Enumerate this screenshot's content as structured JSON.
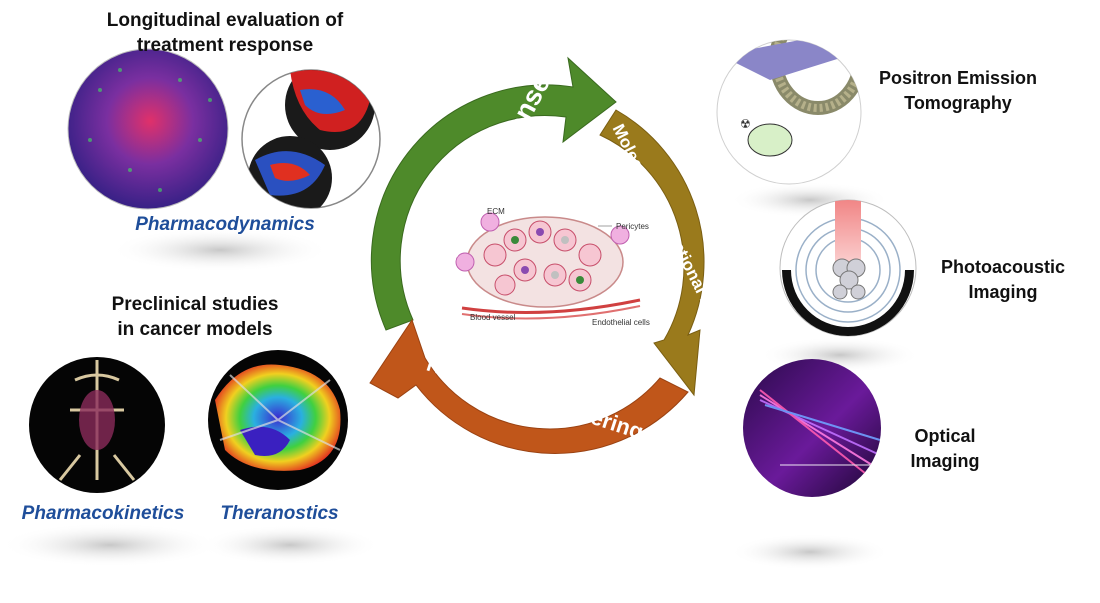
{
  "sections": {
    "longitudinal": {
      "line1": "Longitudinal evaluation of",
      "line2": "treatment response",
      "caption": "Pharmacodynamics"
    },
    "preclinical": {
      "line1": "Preclinical studies",
      "line2": "in cancer models",
      "caption_left": "Pharmacokinetics",
      "caption_right": "Theranostics"
    }
  },
  "cycle": {
    "arrow_top": "Treatment Response",
    "arrow_right": "Molecular & Functional Imaging",
    "arrow_bottom": "Nano-bio engineering"
  },
  "center_labels": {
    "ecm": "ECM",
    "pericytes": "Pericytes",
    "blood_vessel": "Blood vessel",
    "endothelial": "Endothelial cells"
  },
  "modalities": {
    "pet": {
      "line1": "Positron Emission",
      "line2": "Tomography"
    },
    "photoacoustic": {
      "line1": "Photoacoustic",
      "line2": "Imaging"
    },
    "optical": {
      "line1": "Optical",
      "line2": "Imaging"
    }
  },
  "colors": {
    "arrow_green": "#4e8a2a",
    "arrow_olive": "#9a7a1c",
    "arrow_orange": "#c0561a",
    "caption_blue": "#1f4e9a"
  }
}
